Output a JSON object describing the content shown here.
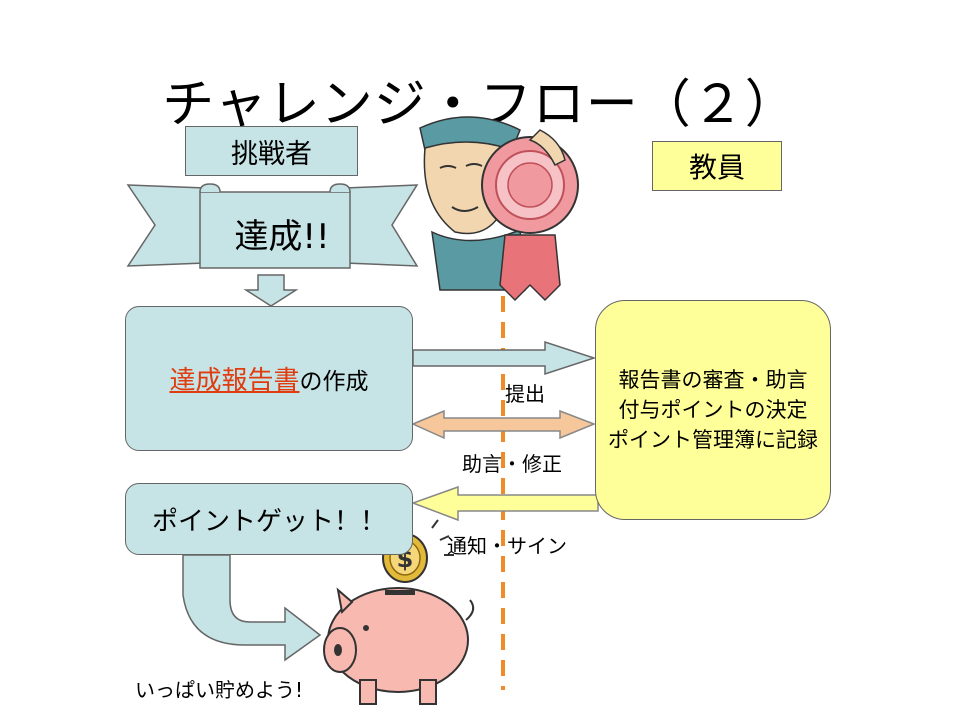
{
  "title": "チャレンジ・フロー（２）",
  "lanes": {
    "challenger": "挑戦者",
    "teacher": "教員"
  },
  "banner": {
    "text": "達成!!"
  },
  "report_box": {
    "highlight": "達成報告書",
    "suffix": "の作成"
  },
  "review_box": {
    "lines": [
      "報告書の審査・助言",
      "付与ポイントの決定",
      "ポイント管理簿に記録"
    ]
  },
  "points_box": {
    "text": "ポイントゲット！！"
  },
  "arrows": {
    "submit": "提出",
    "advice": "助言・修正",
    "notify": "通知・サイン"
  },
  "piggy_caption": "いっぱい貯めよう!",
  "colors": {
    "challenger_fill": "#c6e3e5",
    "teacher_fill": "#ffff99",
    "advice_arrow": "#f5c79a",
    "divider": "#f08c28",
    "highlight_text": "#e03c10"
  },
  "illustrations": [
    "winner-with-ribbon",
    "dollar-coin-icon",
    "piggy-bank-icon"
  ]
}
